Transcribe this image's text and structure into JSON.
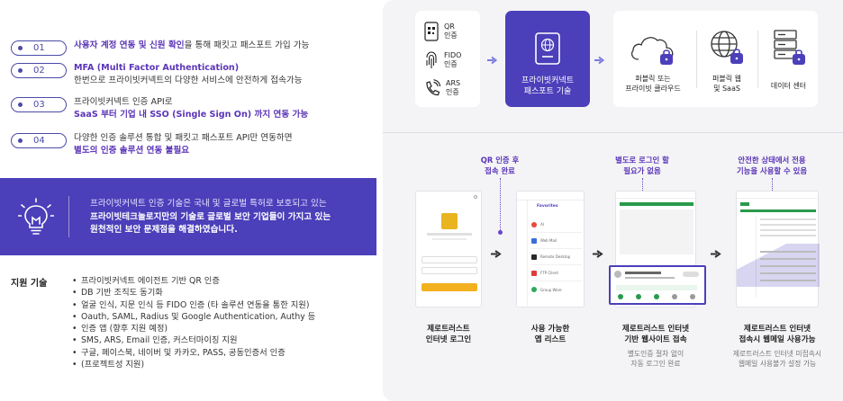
{
  "features": [
    {
      "num": "01",
      "line1_hl": "사용자 계정 연동 및 신원 확인",
      "line1_rest": "을 통해 패킷고 패스포트 가입 가능"
    },
    {
      "num": "02",
      "line1_hl": "MFA (Multi Factor Authentication)",
      "line2": "한번으로 프라이빗커넥트의 다양한 서비스에 안전하게 접속가능"
    },
    {
      "num": "03",
      "line1": "프라이빗커넥트 인증 API로",
      "line2_hl": "SaaS 부터 기업 내 SSO (Single Sign On) 까지 연동 가능"
    },
    {
      "num": "04",
      "line1": "다양한 인증 솔루션 통합 및 패킷고 패스포트 API만 연동하면",
      "line2_hl": "별도의 인증 솔루션 연동 불필요"
    }
  ],
  "banner": {
    "line1": "프라이빗커넥트 인증 기술은 국내 및 글로벌 특허로 보호되고 있는",
    "line2": "프라이빗테크놀로지만의 기술로 글로벌 보안 기업들이 가지고 있는",
    "line3": "원천적인 보안 문제점을 해결하였습니다."
  },
  "support": {
    "title": "지원 기술",
    "items": [
      "프라이빗커넥트 에이전트 기반 QR 인증",
      "DB 기반 조직도 동기화",
      "얼굴 인식, 지문 인식 등 FIDO 인증 (타 솔루션 연동을 통한 지원)",
      "Oauth, SAML, Radius 및 Google Authentication, Authy 등",
      "인증 앱 (향후 지원 예정)",
      "SMS, ARS, Email 인증, 커스터마이징 지원",
      "구글, 페이스북, 네이버 및 카카오, PASS, 공동인증서 인증",
      "(프로젝트성 지원)"
    ]
  },
  "auth_methods": [
    {
      "icon": "qr-phone-icon",
      "l1": "QR",
      "l2": "인증"
    },
    {
      "icon": "fingerprint-icon",
      "l1": "FIDO",
      "l2": "인증"
    },
    {
      "icon": "phone-call-icon",
      "l1": "ARS",
      "l2": "인증"
    }
  ],
  "passport": {
    "l1": "프라이빗커넥트",
    "l2": "패스포트 기술"
  },
  "targets": [
    {
      "l1": "퍼블릭 또는",
      "l2": "프라이빗 클라우드"
    },
    {
      "l1": "퍼블릭 웹",
      "l2": "및 SaaS"
    },
    {
      "l1": "데이터 센터",
      "l2": ""
    }
  ],
  "annotations": [
    {
      "l1": "QR 인증 후",
      "l2": "접속 완료"
    },
    {
      "l1": "별도로 로그인 할",
      "l2": "필요가 없음"
    },
    {
      "l1": "안전한 상태에서 전용",
      "l2": "기능을 사용할 수 있음"
    }
  ],
  "steps": [
    {
      "l1": "제로트러스트",
      "l2": "인터넷 로그인",
      "s1": "",
      "s2": ""
    },
    {
      "l1": "사용 가능한",
      "l2": "앱 리스트",
      "s1": "",
      "s2": ""
    },
    {
      "l1": "제로트러스트 인터넷",
      "l2": "기반 웹사이트 접속",
      "s1": "별도인증 절차 없이",
      "s2": "자동 로그인 완료"
    },
    {
      "l1": "제로트러스트 인터넷",
      "l2": "접속시 웹메일 사용가능",
      "s1": "제로트러스트 인터넷 미접속시",
      "s2": "웹메일 사용불가 설정 가능"
    }
  ],
  "app_list": {
    "title": "Favorites",
    "items": [
      "AI",
      "Web Mail",
      "Remote Desktop",
      "FTP Client",
      "Group Ware"
    ]
  },
  "colors": {
    "accent": "#4b3fba",
    "highlight": "#5b35b8",
    "pill": "#4a4aa8"
  }
}
